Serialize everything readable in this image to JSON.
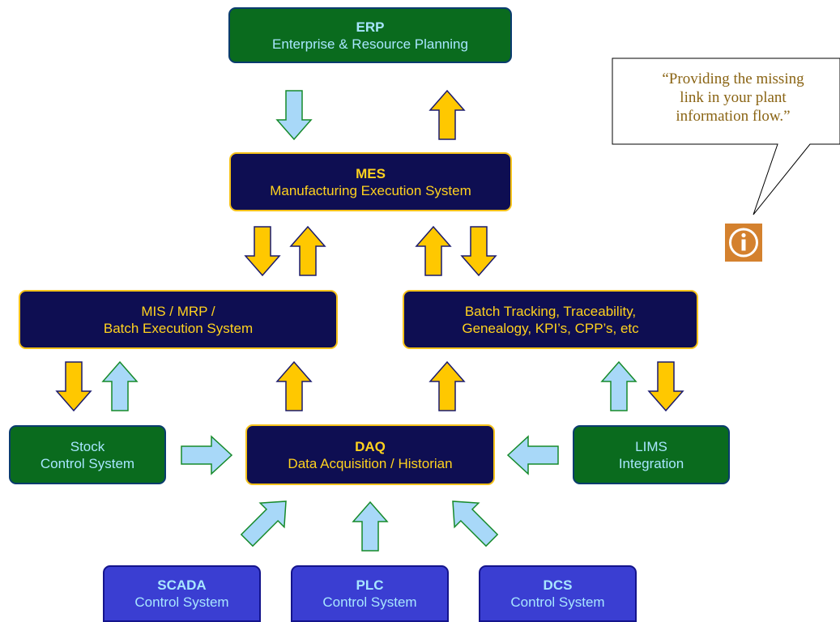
{
  "nodes": {
    "erp": {
      "title": "ERP",
      "subtitle": "Enterprise & Resource Planning"
    },
    "mes": {
      "title": "MES",
      "subtitle": "Manufacturing Execution System"
    },
    "mis": {
      "line1": "MIS / MRP /",
      "line2": "Batch Execution System"
    },
    "batch": {
      "line1": "Batch Tracking, Traceability,",
      "line2": "Genealogy, KPI’s, CPP’s, etc"
    },
    "stock": {
      "line1": "Stock",
      "line2": "Control System"
    },
    "daq": {
      "title": "DAQ",
      "subtitle": "Data Acquisition / Historian"
    },
    "lims": {
      "line1": "LIMS",
      "line2": "Integration"
    },
    "scada": {
      "title": "SCADA",
      "subtitle": "Control System"
    },
    "plc": {
      "title": "PLC",
      "subtitle": "Control System"
    },
    "dcs": {
      "title": "DCS",
      "subtitle": "Control System"
    }
  },
  "callout": {
    "line1": "“Providing the missing",
    "line2": "link in your plant",
    "line3": "information flow.”"
  },
  "icons": {
    "info": "info-icon"
  },
  "colors": {
    "green_box": "#0a6b1e",
    "navy_box": "#0e0e52",
    "blue_box": "#3a3ed2",
    "yellow_text": "#ffd21e",
    "light_blue_text": "#a8e6ff",
    "yellow_arrow": "#ffc800",
    "blue_arrow": "#a8d8f8",
    "info_icon": "#d4812e"
  }
}
